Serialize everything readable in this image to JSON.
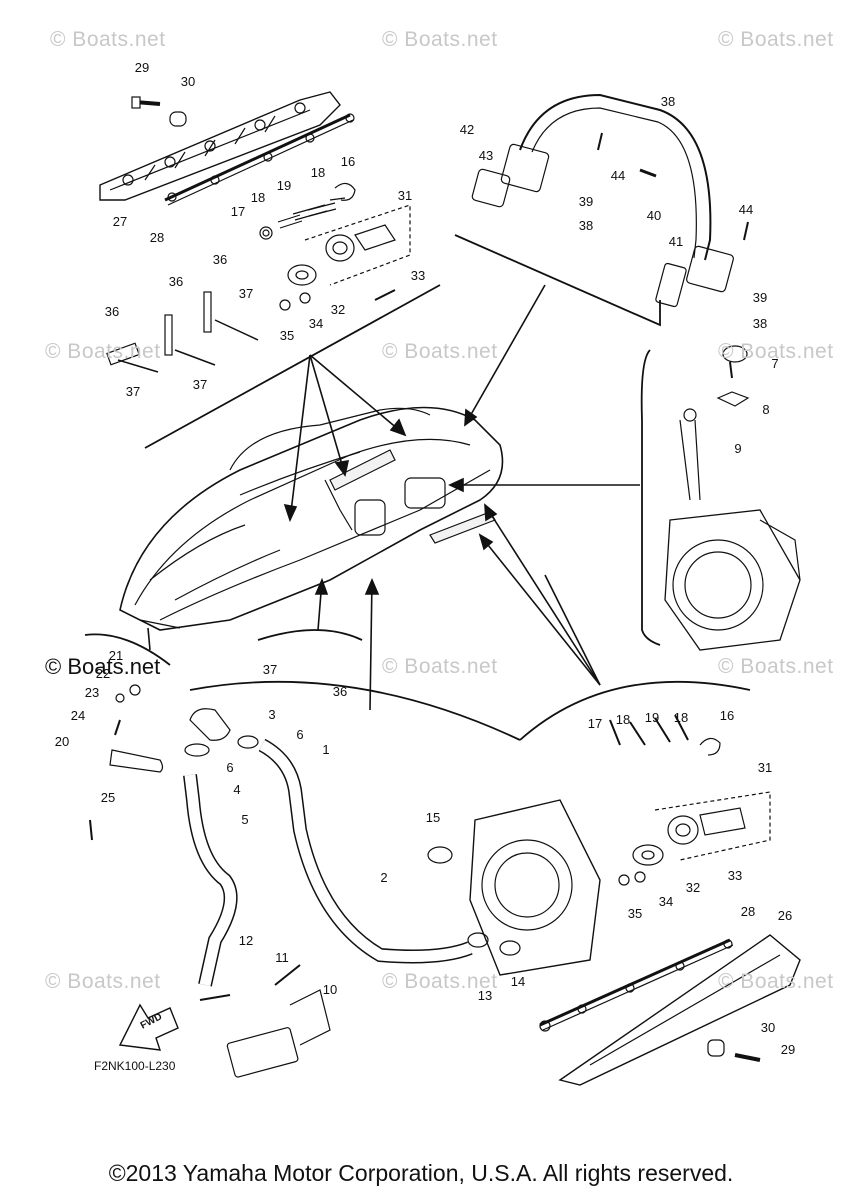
{
  "watermark": "© Boats.net",
  "watermark_prominent": "© Boats.net",
  "figure_code": "F2NK100-L230",
  "fwd_label": "FWD",
  "copyright": "©2013 Yamaha Motor Corporation, U.S.A. All rights reserved.",
  "callouts": [
    {
      "id": "c29a",
      "text": "29"
    },
    {
      "id": "c30a",
      "text": "30"
    },
    {
      "id": "c27",
      "text": "27"
    },
    {
      "id": "c28a",
      "text": "28"
    },
    {
      "id": "c16a",
      "text": "16"
    },
    {
      "id": "c18a",
      "text": "18"
    },
    {
      "id": "c19a",
      "text": "19"
    },
    {
      "id": "c18b",
      "text": "18"
    },
    {
      "id": "c17a",
      "text": "17"
    },
    {
      "id": "c31a",
      "text": "31"
    },
    {
      "id": "c33a",
      "text": "33"
    },
    {
      "id": "c32a",
      "text": "32"
    },
    {
      "id": "c34a",
      "text": "34"
    },
    {
      "id": "c35a",
      "text": "35"
    },
    {
      "id": "c36a",
      "text": "36"
    },
    {
      "id": "c36b",
      "text": "36"
    },
    {
      "id": "c36c",
      "text": "36"
    },
    {
      "id": "c37a",
      "text": "37"
    },
    {
      "id": "c37b",
      "text": "37"
    },
    {
      "id": "c37c",
      "text": "37"
    },
    {
      "id": "c38a",
      "text": "38"
    },
    {
      "id": "c42",
      "text": "42"
    },
    {
      "id": "c43",
      "text": "43"
    },
    {
      "id": "c44a",
      "text": "44"
    },
    {
      "id": "c39a",
      "text": "39"
    },
    {
      "id": "c38b",
      "text": "38"
    },
    {
      "id": "c40",
      "text": "40"
    },
    {
      "id": "c41",
      "text": "41"
    },
    {
      "id": "c44b",
      "text": "44"
    },
    {
      "id": "c39b",
      "text": "39"
    },
    {
      "id": "c38c",
      "text": "38"
    },
    {
      "id": "c7",
      "text": "7"
    },
    {
      "id": "c8",
      "text": "8"
    },
    {
      "id": "c9",
      "text": "9"
    },
    {
      "id": "c37d",
      "text": "37"
    },
    {
      "id": "c36d",
      "text": "36"
    },
    {
      "id": "c21",
      "text": "21"
    },
    {
      "id": "c22",
      "text": "22"
    },
    {
      "id": "c23",
      "text": "23"
    },
    {
      "id": "c24",
      "text": "24"
    },
    {
      "id": "c20",
      "text": "20"
    },
    {
      "id": "c25",
      "text": "25"
    },
    {
      "id": "c3",
      "text": "3"
    },
    {
      "id": "c6a",
      "text": "6"
    },
    {
      "id": "c6b",
      "text": "6"
    },
    {
      "id": "c4",
      "text": "4"
    },
    {
      "id": "c5",
      "text": "5"
    },
    {
      "id": "c1",
      "text": "1"
    },
    {
      "id": "c2",
      "text": "2"
    },
    {
      "id": "c15",
      "text": "15"
    },
    {
      "id": "c17b",
      "text": "17"
    },
    {
      "id": "c18c",
      "text": "18"
    },
    {
      "id": "c19b",
      "text": "19"
    },
    {
      "id": "c18d",
      "text": "18"
    },
    {
      "id": "c16b",
      "text": "16"
    },
    {
      "id": "c31b",
      "text": "31"
    },
    {
      "id": "c32b",
      "text": "32"
    },
    {
      "id": "c33b",
      "text": "33"
    },
    {
      "id": "c34b",
      "text": "34"
    },
    {
      "id": "c35b",
      "text": "35"
    },
    {
      "id": "c28b",
      "text": "28"
    },
    {
      "id": "c26",
      "text": "26"
    },
    {
      "id": "c30b",
      "text": "30"
    },
    {
      "id": "c29b",
      "text": "29"
    },
    {
      "id": "c12",
      "text": "12"
    },
    {
      "id": "c11",
      "text": "11"
    },
    {
      "id": "c10",
      "text": "10"
    },
    {
      "id": "c13",
      "text": "13"
    },
    {
      "id": "c14",
      "text": "14"
    }
  ]
}
